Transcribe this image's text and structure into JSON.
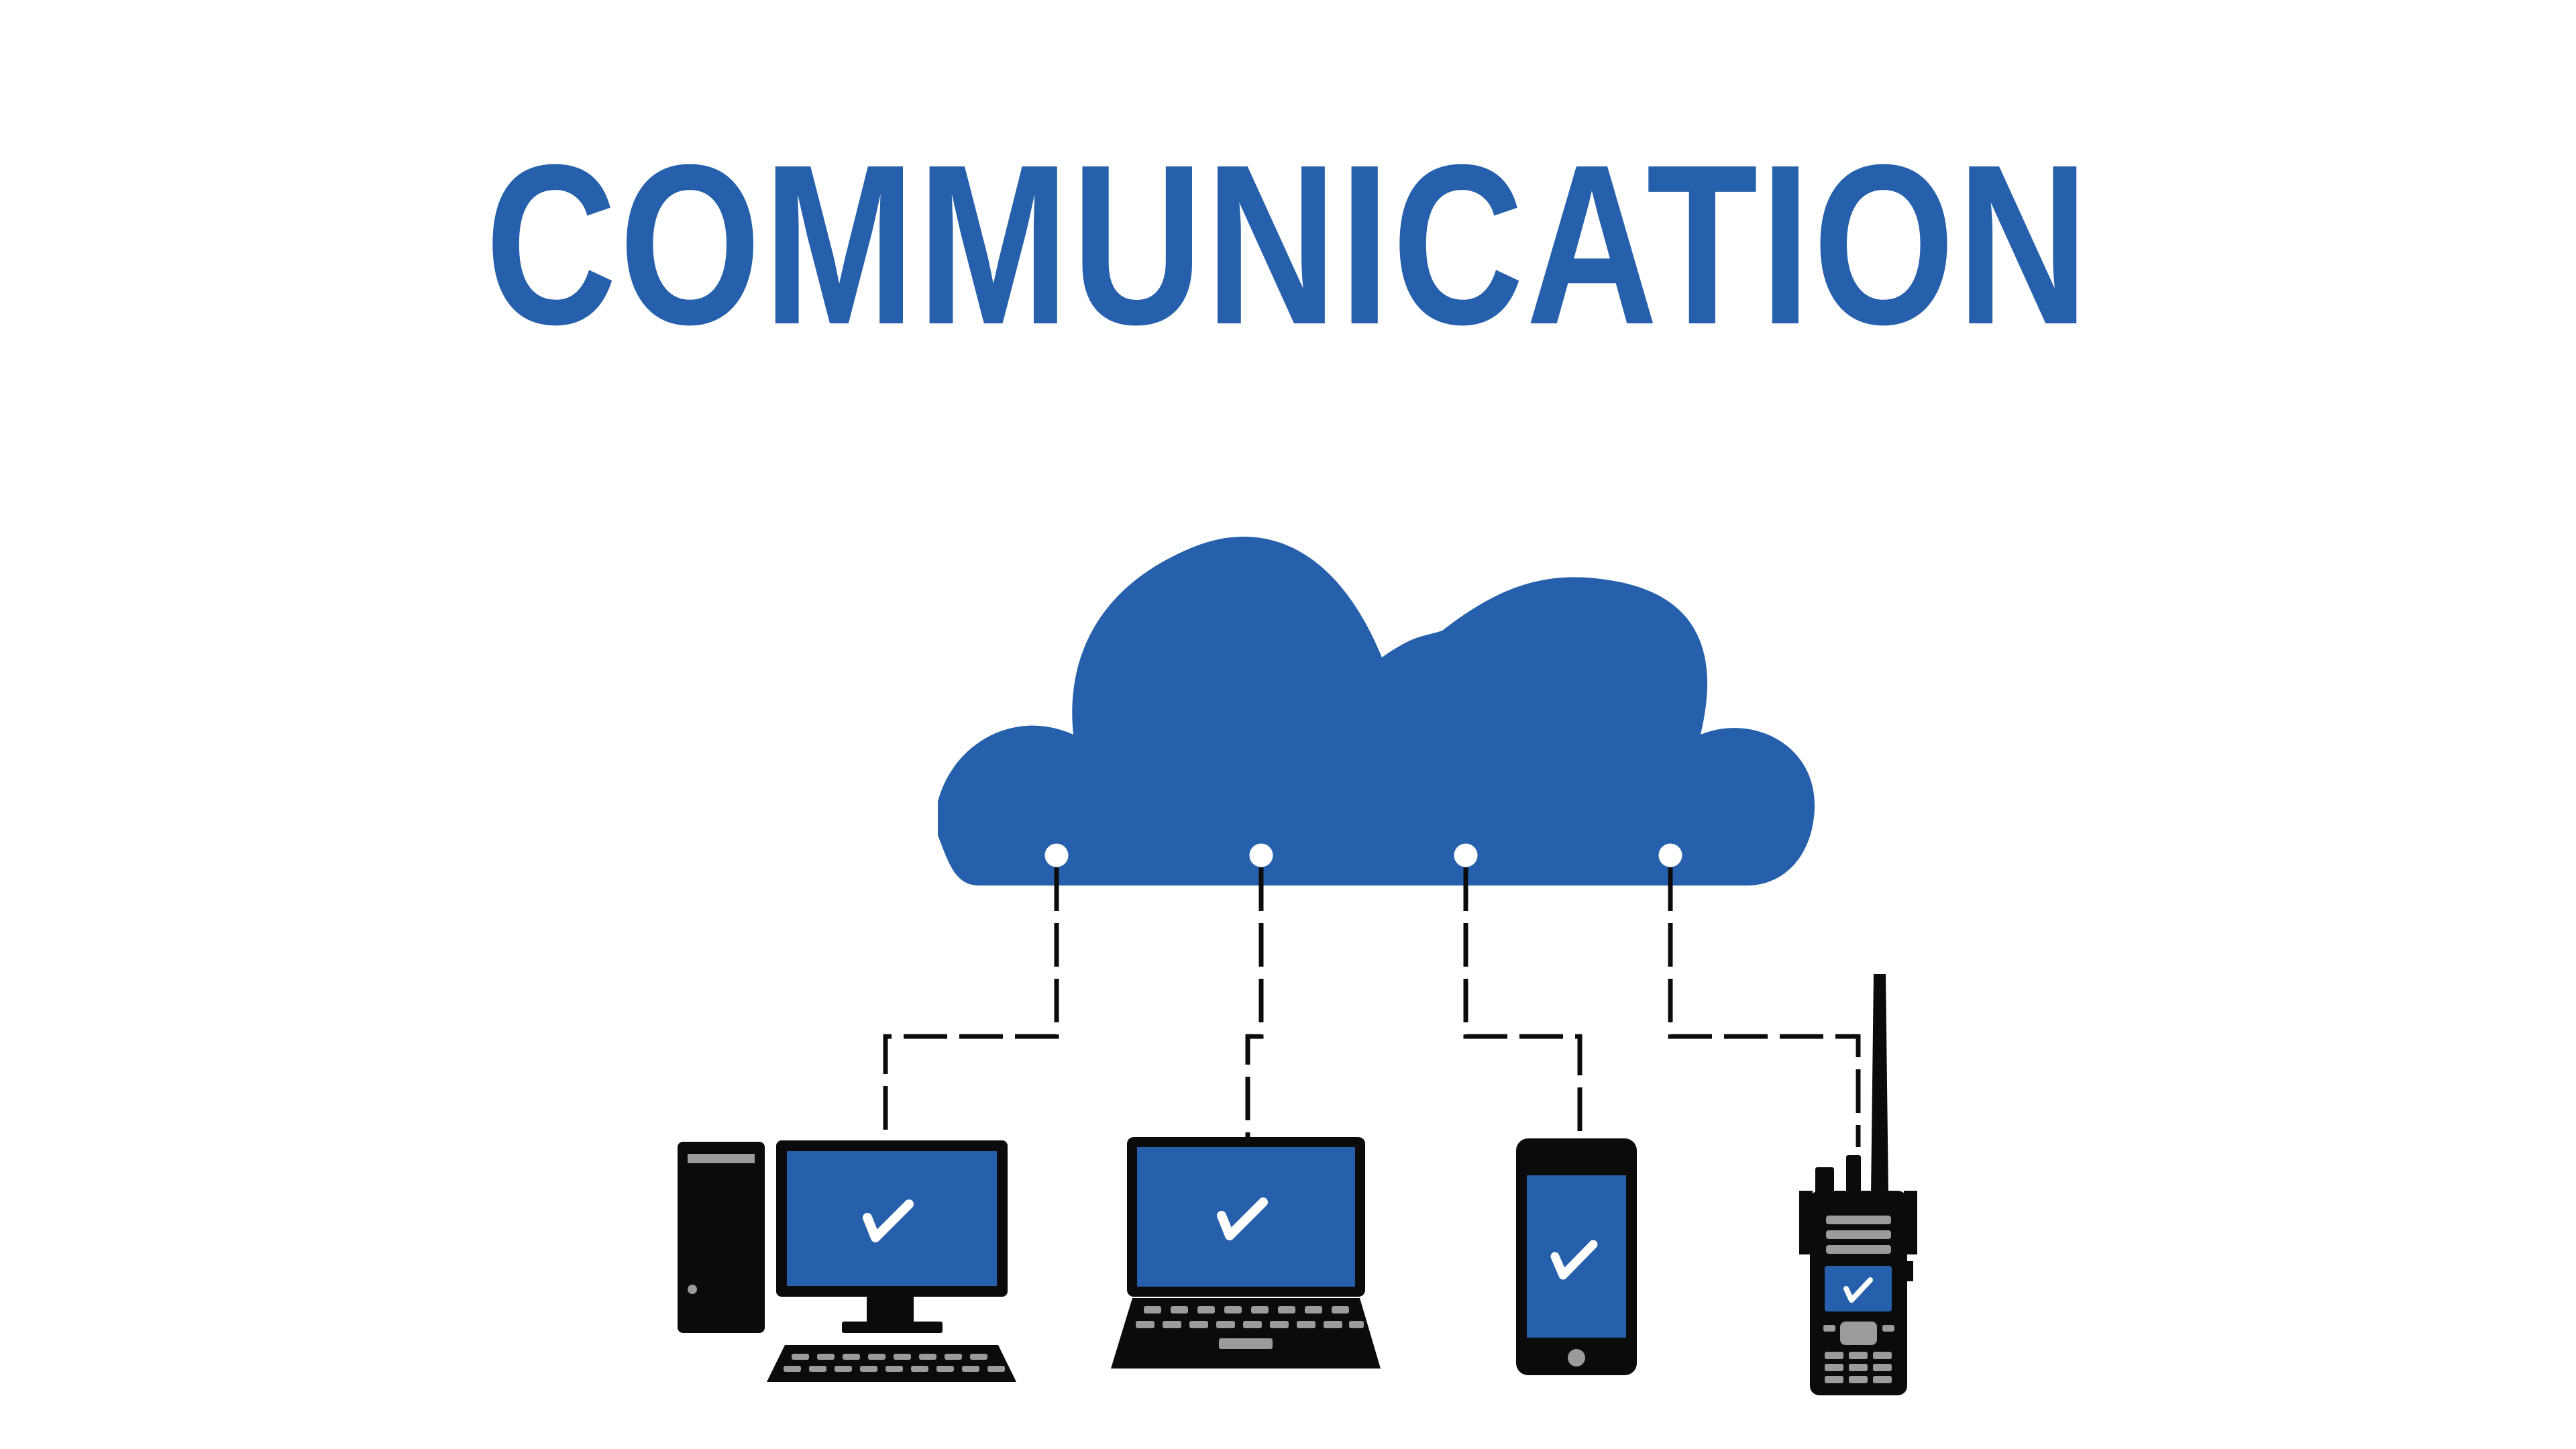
{
  "title": "COMMUNICATION",
  "colors": {
    "brand_blue": "#2660AC",
    "device_black": "#0B0B0B",
    "key_grey": "#9B9B9B",
    "port_white": "#FFFFFF",
    "check_white": "#FFFFFF"
  },
  "cloud": {
    "icon": "cloud-icon",
    "ports": 4
  },
  "devices": [
    {
      "id": "desktop",
      "icon": "desktop-computer-icon",
      "screen_icon": "checkmark-icon"
    },
    {
      "id": "laptop",
      "icon": "laptop-icon",
      "screen_icon": "checkmark-icon"
    },
    {
      "id": "smartphone",
      "icon": "smartphone-icon",
      "screen_icon": "checkmark-icon"
    },
    {
      "id": "two-way-radio",
      "icon": "two-way-radio-icon",
      "screen_icon": "checkmark-icon"
    }
  ],
  "connections": [
    {
      "from": "cloud-port-1",
      "to": "desktop",
      "style": "dashed"
    },
    {
      "from": "cloud-port-2",
      "to": "laptop",
      "style": "dashed"
    },
    {
      "from": "cloud-port-3",
      "to": "smartphone",
      "style": "dashed"
    },
    {
      "from": "cloud-port-4",
      "to": "two-way-radio",
      "style": "dashed"
    }
  ]
}
